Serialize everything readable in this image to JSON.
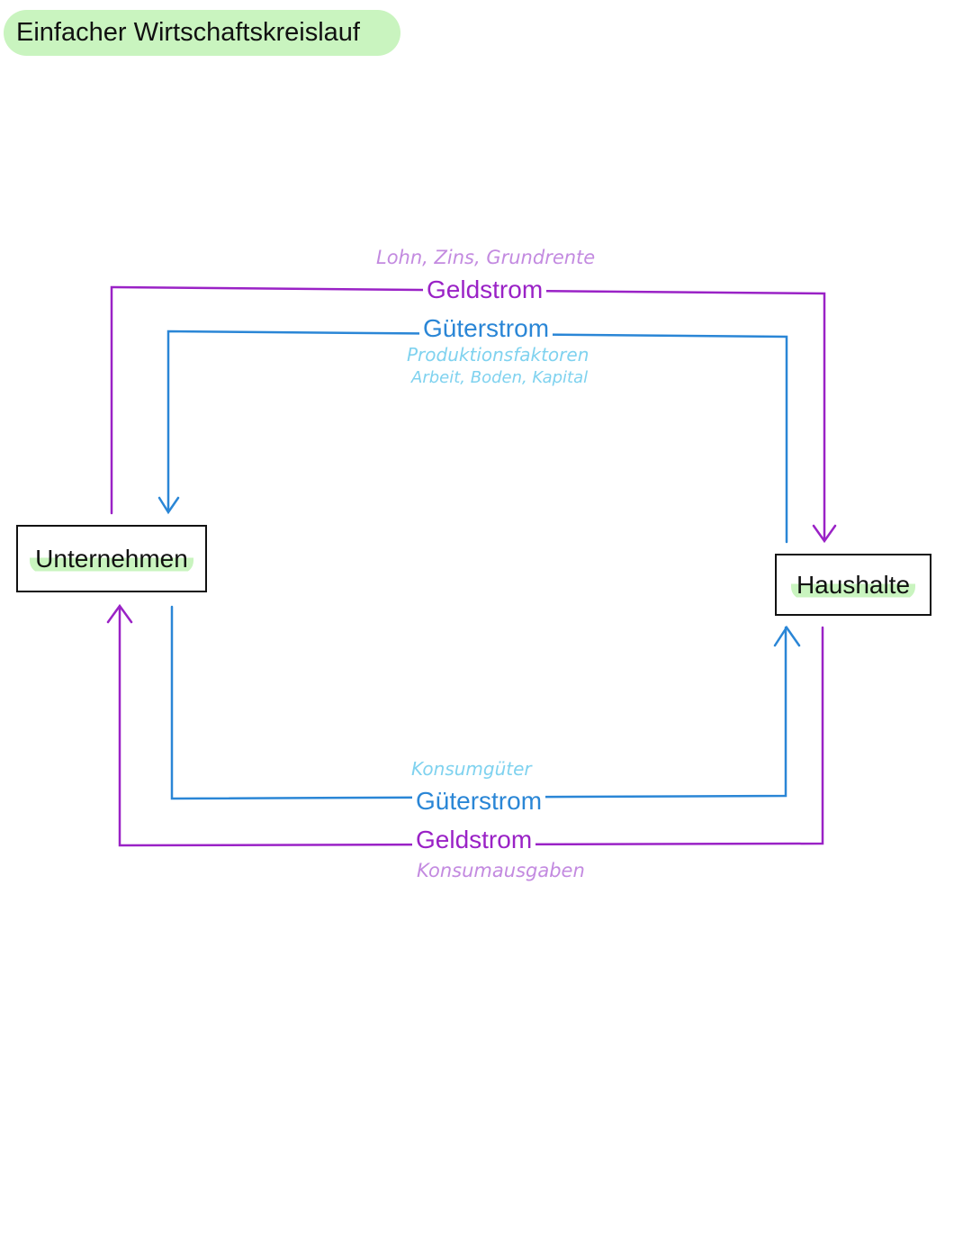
{
  "title": "Einfacher Wirtschaftskreislauf",
  "nodes": {
    "firms": "Unternehmen",
    "households": "Haushalte"
  },
  "top": {
    "money_note": "Lohn, Zins, Grundrente",
    "money_label": "Geldstrom",
    "goods_label": "Güterstrom",
    "goods_note_1": "Produktionsfaktoren",
    "goods_note_2": "Arbeit, Boden, Kapital"
  },
  "bottom": {
    "goods_note": "Konsumgüter",
    "goods_label": "Güterstrom",
    "money_label": "Geldstrom",
    "money_note": "Konsumausgaben"
  },
  "colors": {
    "money": "#9a22c6",
    "goods": "#2a86d6",
    "money_note": "#c38ae0",
    "goods_note": "#7fd2ef",
    "highlight": "#c9f4bf"
  }
}
